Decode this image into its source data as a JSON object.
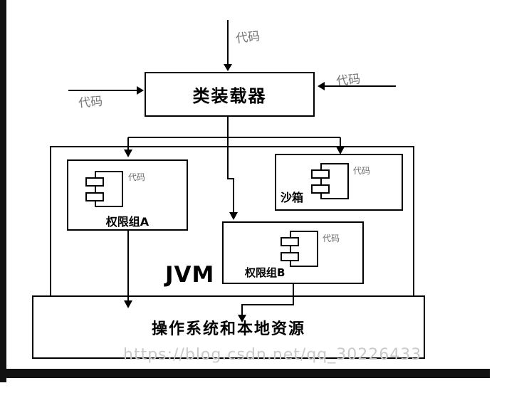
{
  "diagram": {
    "top_code": "代码",
    "left_code": "代码",
    "right_code": "代码",
    "class_loader_label": "类装载器",
    "jvm_label": "JVM",
    "perm_a": {
      "code": "代码",
      "label": "权限组A"
    },
    "sandbox": {
      "code": "代码",
      "label": "沙箱"
    },
    "perm_b": {
      "code": "代码",
      "label": "权限组B"
    },
    "os_label": "操作系统和本地资源",
    "watermark": "https://blog.csdn.net/qq_30226433",
    "colors": {
      "line": "#000000",
      "note_gray": "#757575",
      "watermark_gray": "#c9c9c9"
    }
  }
}
